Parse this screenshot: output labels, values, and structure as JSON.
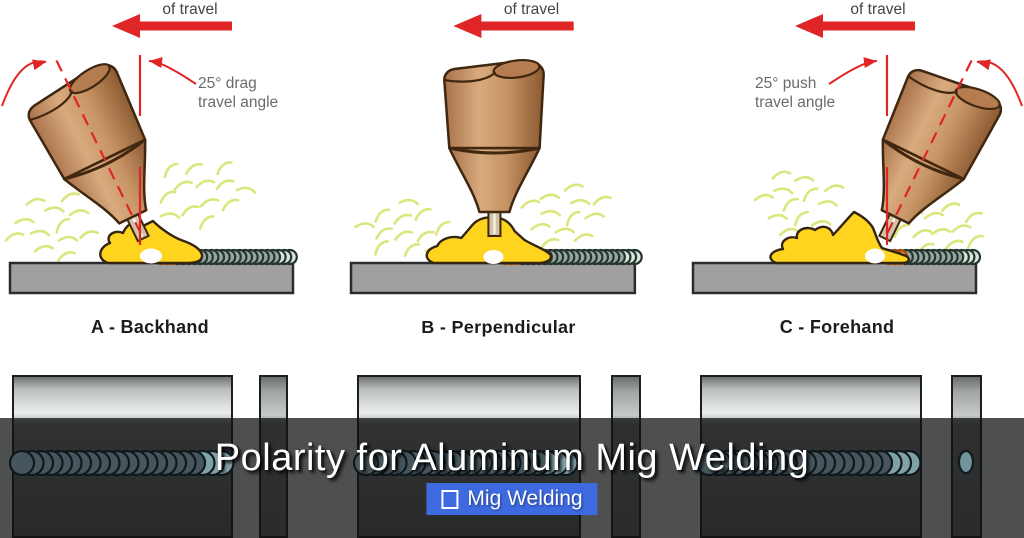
{
  "panels": [
    {
      "travel_label": "of travel",
      "angle_note_line1": "25° drag",
      "angle_note_line2": "travel angle",
      "caption": "A - Backhand"
    },
    {
      "travel_label": "of travel",
      "caption": "B - Perpendicular"
    },
    {
      "travel_label": "of travel",
      "angle_note_line1": "25° push",
      "angle_note_line2": "travel angle",
      "caption": "C - Forehand"
    }
  ],
  "overlay": {
    "title": "Polarity for Aluminum Mig Welding",
    "badge_icon": "square-outline-icon",
    "badge_label": "Mig Welding"
  },
  "colors": {
    "annotation_red": "#e02526",
    "torch_tan": "#c79465",
    "puddle_yellow": "#ffd41e",
    "spark_green": "#dce67e",
    "bead_slate": "#46565c",
    "plate_gray": "#a0a0a0",
    "badge_blue": "#3e6ae0",
    "title_white": "#ffffff"
  }
}
